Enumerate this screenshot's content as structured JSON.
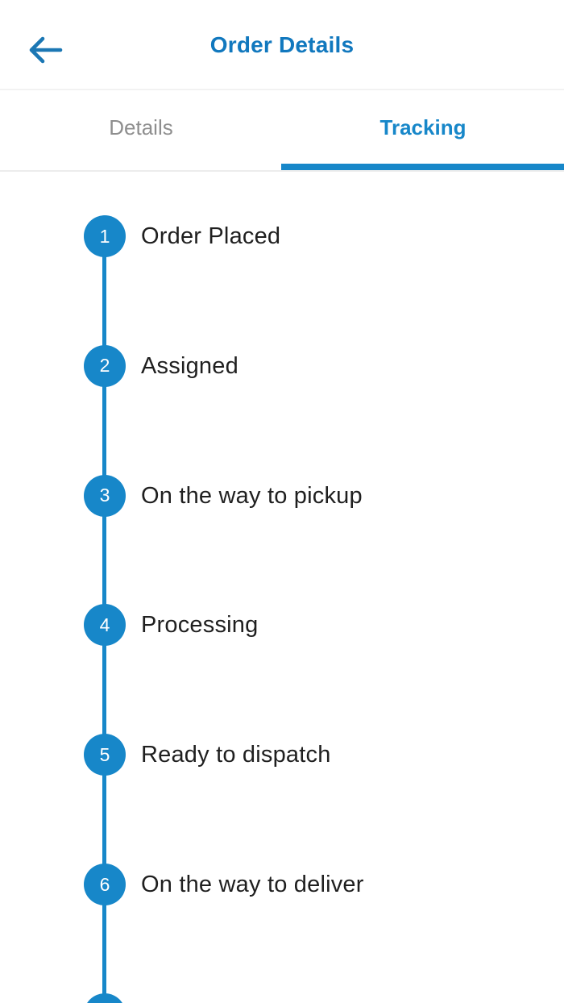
{
  "header": {
    "title": "Order Details",
    "back_icon": "arrow-left"
  },
  "tabs": [
    {
      "label": "Details",
      "active": false
    },
    {
      "label": "Tracking",
      "active": true
    }
  ],
  "timeline": {
    "steps": [
      {
        "number": "1",
        "label": "Order Placed"
      },
      {
        "number": "2",
        "label": "Assigned"
      },
      {
        "number": "3",
        "label": "On the way to pickup"
      },
      {
        "number": "4",
        "label": "Processing"
      },
      {
        "number": "5",
        "label": "Ready to dispatch"
      },
      {
        "number": "6",
        "label": "On the way to deliver"
      }
    ],
    "next_step_circle_partially_visible": true
  },
  "colors": {
    "accent_blue": "#1787c9",
    "title_blue": "#1178be",
    "inactive_tab_gray": "#8e8e8e",
    "label_text": "#1f1f1f"
  }
}
